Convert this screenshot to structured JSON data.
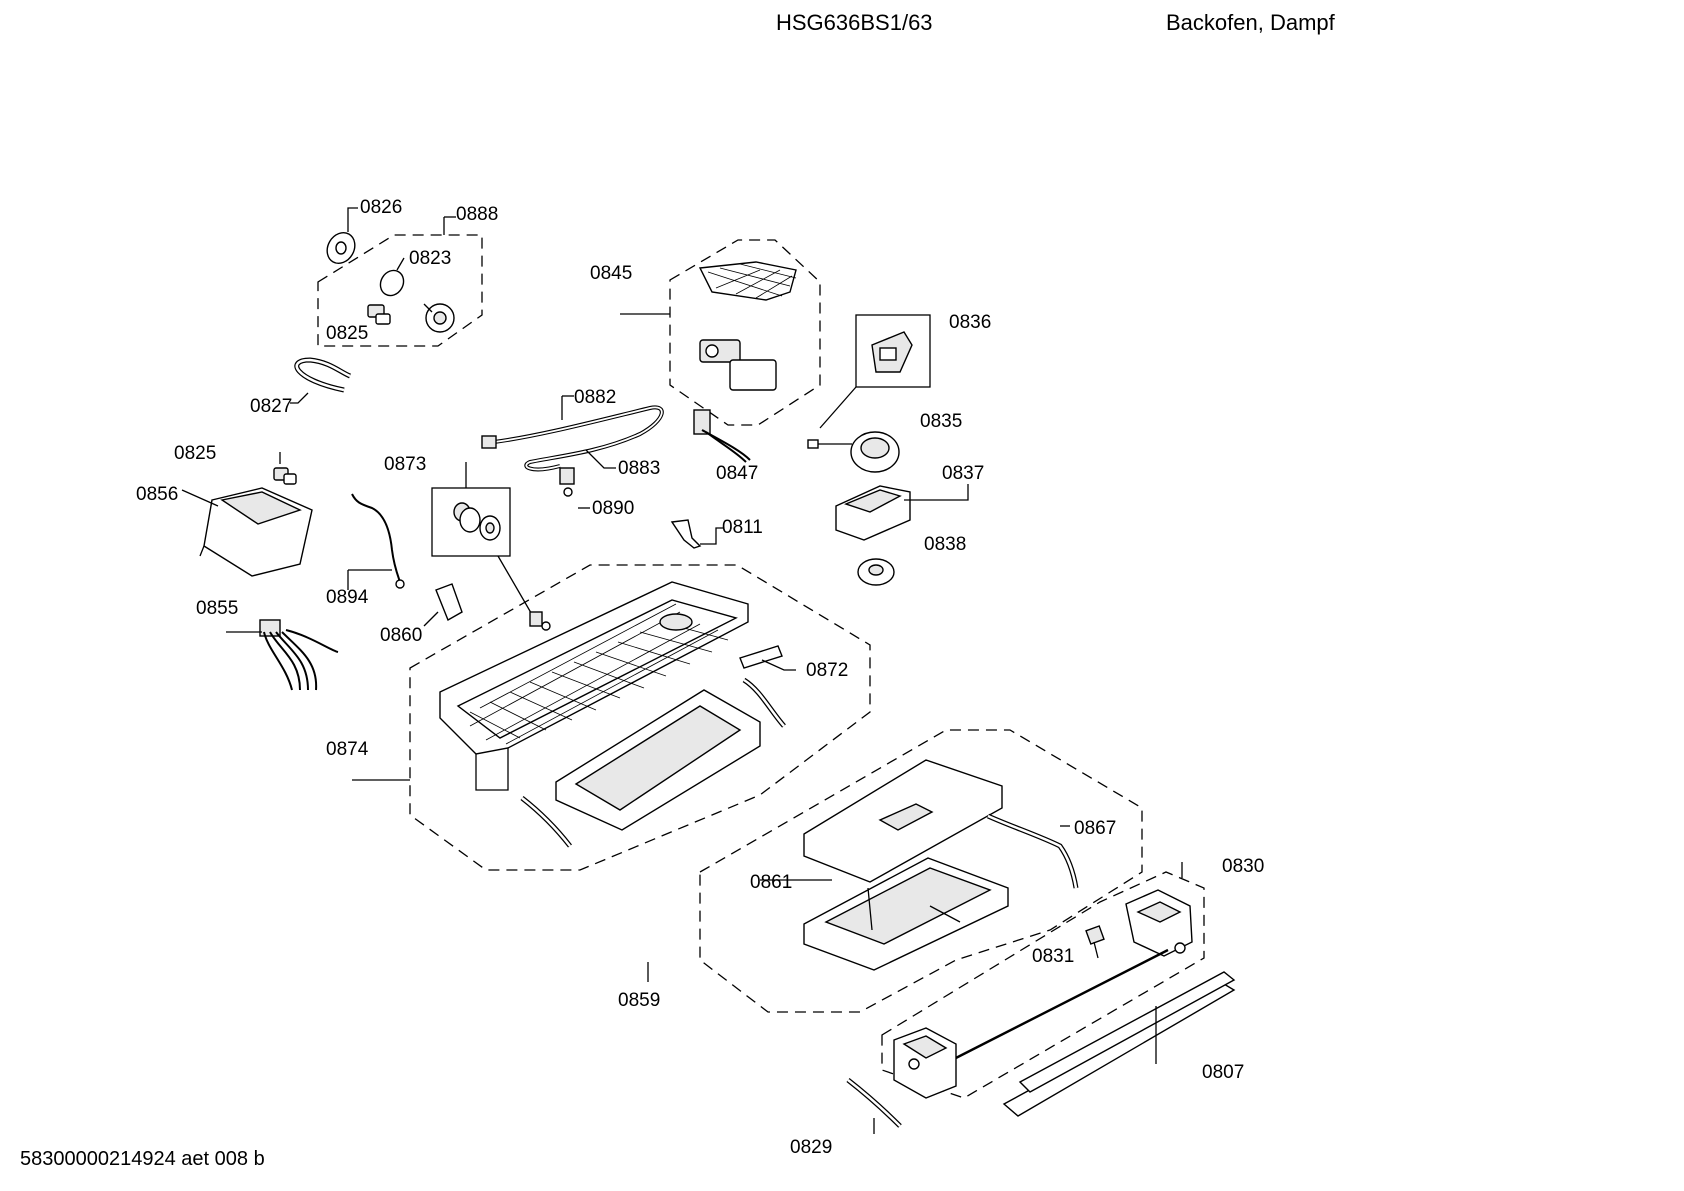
{
  "header": {
    "model": "HSG636BS1/63",
    "description": "Backofen, Dampf"
  },
  "footer": {
    "document_code": "58300000214924 aet 008 b"
  },
  "labels": [
    {
      "id": "0826",
      "text": "0826"
    },
    {
      "id": "0888",
      "text": "0888"
    },
    {
      "id": "0823",
      "text": "0823"
    },
    {
      "id": "0825a",
      "text": "0825"
    },
    {
      "id": "0827",
      "text": "0827"
    },
    {
      "id": "0845",
      "text": "0845"
    },
    {
      "id": "0836",
      "text": "0836"
    },
    {
      "id": "0835",
      "text": "0835"
    },
    {
      "id": "0882",
      "text": "0882"
    },
    {
      "id": "0883",
      "text": "0883"
    },
    {
      "id": "0847",
      "text": "0847"
    },
    {
      "id": "0825b",
      "text": "0825"
    },
    {
      "id": "0873",
      "text": "0873"
    },
    {
      "id": "0890",
      "text": "0890"
    },
    {
      "id": "0837",
      "text": "0837"
    },
    {
      "id": "0856",
      "text": "0856"
    },
    {
      "id": "0811",
      "text": "0811"
    },
    {
      "id": "0838",
      "text": "0838"
    },
    {
      "id": "0894",
      "text": "0894"
    },
    {
      "id": "0855",
      "text": "0855"
    },
    {
      "id": "0860",
      "text": "0860"
    },
    {
      "id": "0872",
      "text": "0872"
    },
    {
      "id": "0874",
      "text": "0874"
    },
    {
      "id": "0867",
      "text": "0867"
    },
    {
      "id": "0830",
      "text": "0830"
    },
    {
      "id": "0861",
      "text": "0861"
    },
    {
      "id": "0831",
      "text": "0831"
    },
    {
      "id": "0859",
      "text": "0859"
    },
    {
      "id": "0807",
      "text": "0807"
    },
    {
      "id": "0829",
      "text": "0829"
    }
  ]
}
